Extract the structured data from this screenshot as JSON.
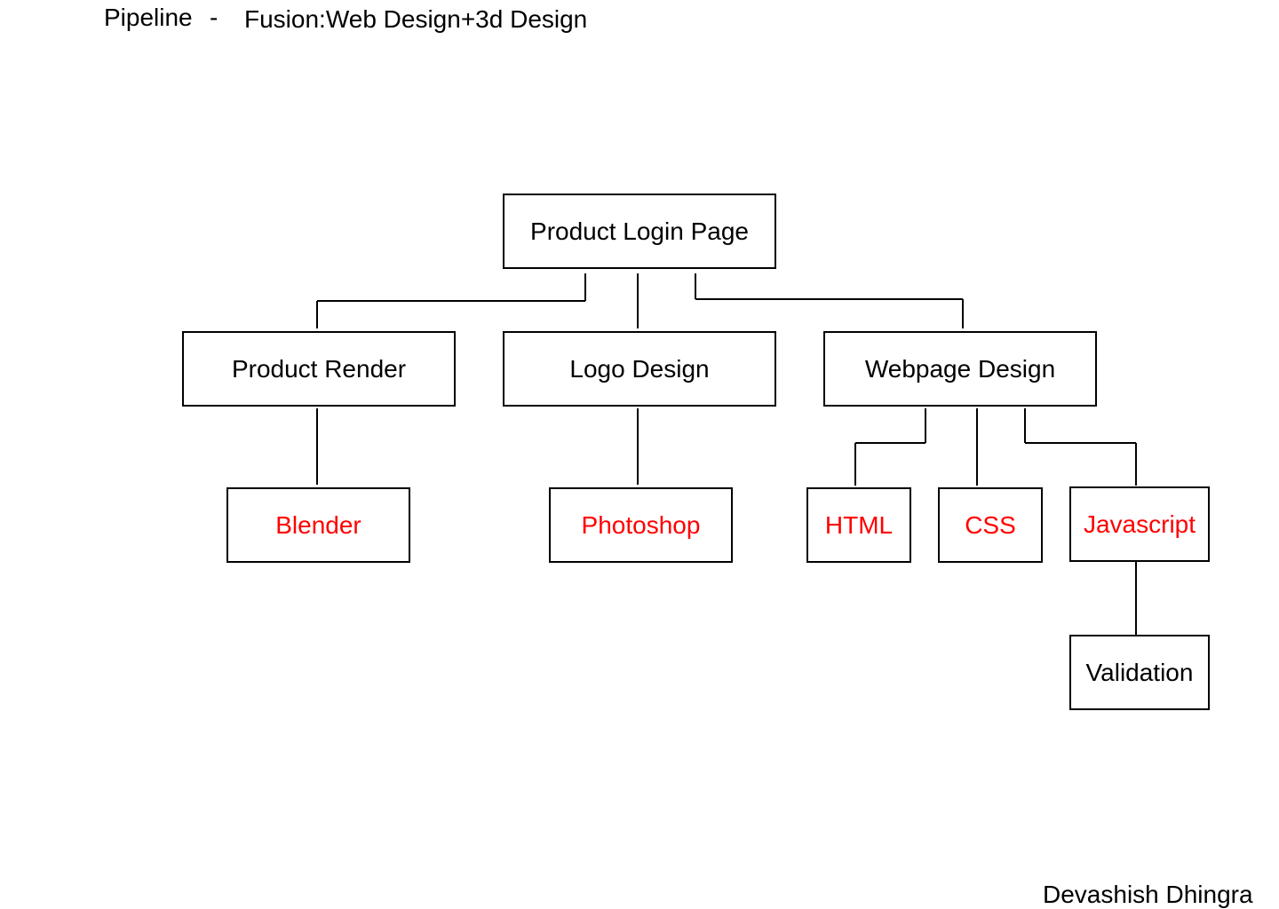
{
  "header": {
    "label": "Pipeline",
    "separator": "-",
    "title": "Fusion:Web Design+3d Design"
  },
  "nodes": {
    "root": "Product Login Page",
    "product_render": "Product Render",
    "logo_design": "Logo Design",
    "webpage_design": "Webpage Design",
    "blender": "Blender",
    "photoshop": "Photoshop",
    "html": "HTML",
    "css": "CSS",
    "javascript": "Javascript",
    "validation": "Validation"
  },
  "footer": {
    "author": "Devashish Dhingra"
  },
  "colors": {
    "tool_text": "#ff0000",
    "box_border": "#000000",
    "background": "#ffffff"
  }
}
